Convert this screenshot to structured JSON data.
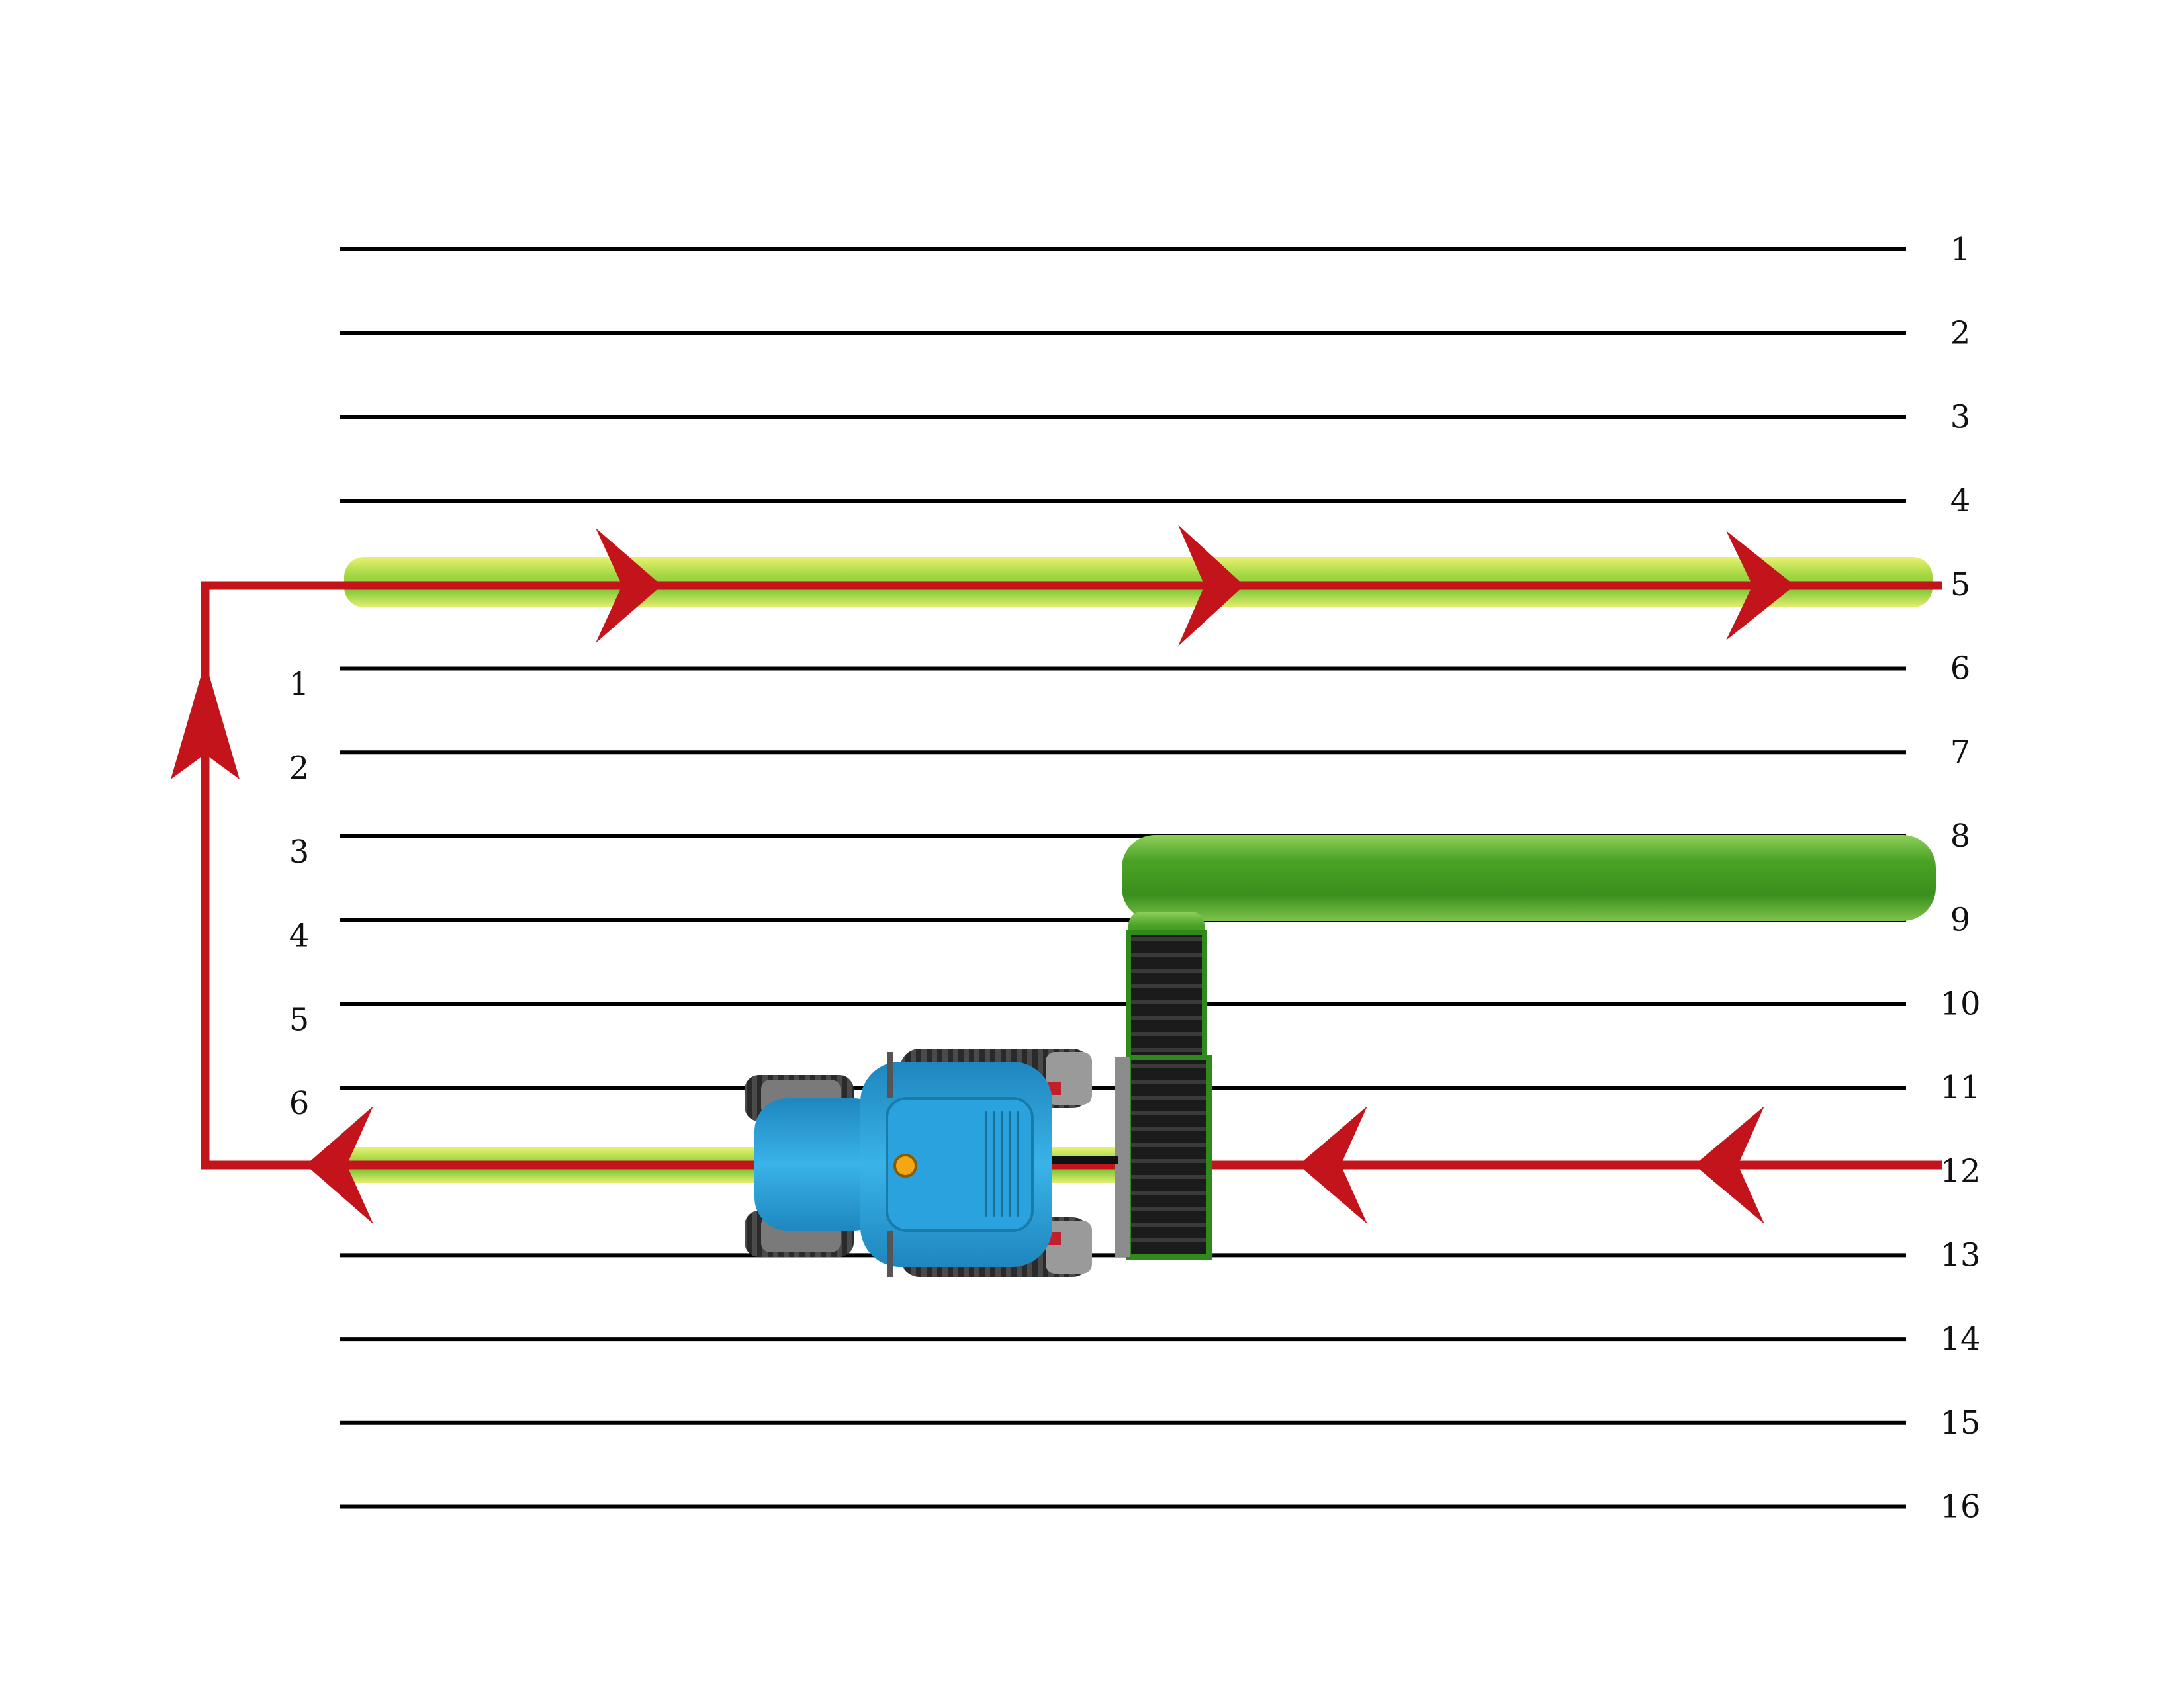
{
  "diagram": {
    "right_row_labels": [
      "1",
      "2",
      "3",
      "4",
      "5",
      "6",
      "7",
      "8",
      "9",
      "10",
      "11",
      "12",
      "13",
      "14",
      "15",
      "16"
    ],
    "left_row_labels": [
      "1",
      "2",
      "3",
      "4",
      "5",
      "6"
    ],
    "colors": {
      "row_line": "#000000",
      "travel_path": "#c4141b",
      "swath_light": "#b6dc2a",
      "swath_dark": "#3f9a1e",
      "tractor_body": "#2b9fd8",
      "tire": "#2b2b2b",
      "header_belt": "#1a1a1a"
    },
    "icons": {
      "vehicle": "tractor-icon",
      "implement": "merger-belt-icon",
      "direction": "arrow-icon"
    }
  }
}
